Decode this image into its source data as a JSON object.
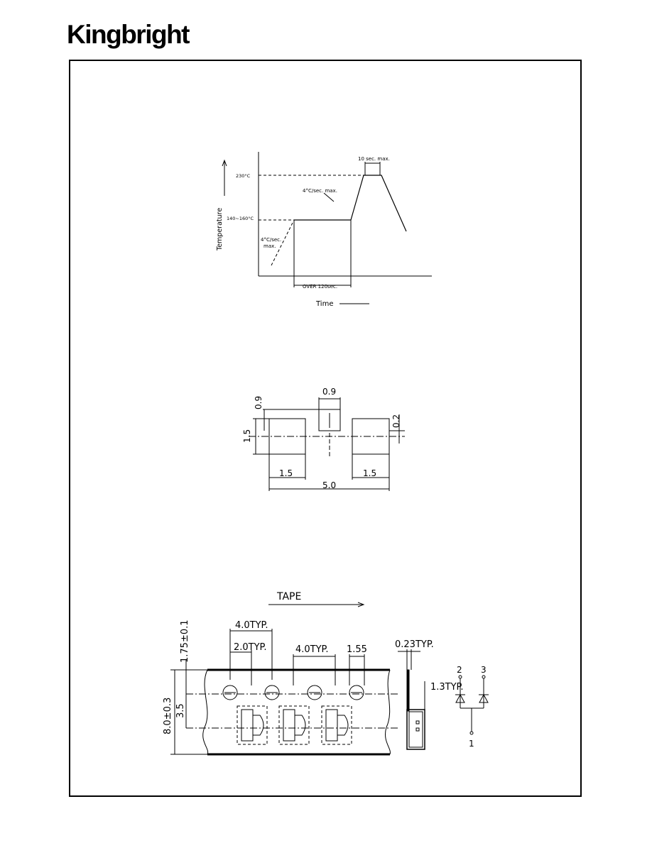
{
  "header": {
    "logo": "Kingbright"
  },
  "profile": {
    "axis_y": "Temperature",
    "axis_x": "Time",
    "temp_peak": "230°C",
    "temp_soak": "140~160°C",
    "dwell": "10 sec. max.",
    "ramp_up": "4°C/sec. max.",
    "preheat_line1": "4°C/sec.",
    "preheat_line2": "max.",
    "soak_time": "OVER 120sec."
  },
  "pads": {
    "d_top_w": "0.9",
    "d_top_h": "0.9",
    "d_height": "1.5",
    "d_gap": "0.2",
    "d_left": "1.5",
    "d_right": "1.5",
    "d_total": "5.0"
  },
  "tape": {
    "title": "TAPE",
    "d_edge": "1.75±0.1",
    "d_width": "8.0±0.3",
    "d_hole_offset": "3.5",
    "d_sprocket_pitch": "4.0TYP.",
    "d_hole_to_pocket": "2.0TYP.",
    "d_pocket_pitch": "4.0TYP.",
    "d_hole_dia": "1.55",
    "d_thickness": "0.23TYP.",
    "d_pocket_depth": "1.3TYP.",
    "pin_2": "2",
    "pin_3": "3",
    "pin_1": "1"
  }
}
